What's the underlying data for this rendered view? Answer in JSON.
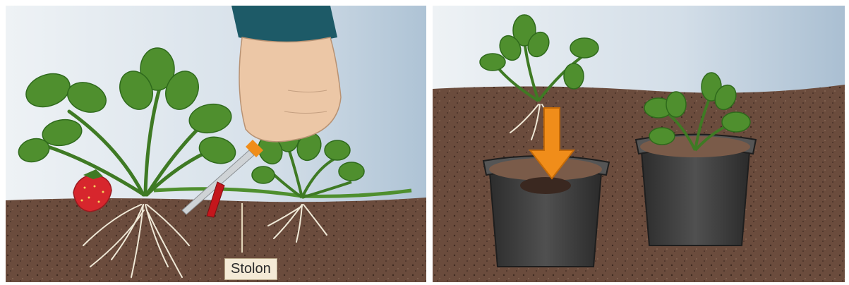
{
  "left_panel": {
    "callout": {
      "label": "Stolon"
    }
  },
  "right_panel": {},
  "colors": {
    "sky_top": "#dfe7ee",
    "sky_bottom": "#b5c8d8",
    "soil": "#6b4c3d",
    "soil_dark": "#3c2a22",
    "leaf": "#4f8f2e",
    "leaf_dark": "#2f6a1c",
    "root": "#efe8d6",
    "strawberry": "#d7262d",
    "skin": "#ecc7a6",
    "sleeve": "#1d5a67",
    "pot": "#3a3a3a",
    "arrow": "#f08d1a"
  },
  "icons": [
    "strawberry-plant",
    "strawberry-fruit",
    "hand",
    "pruning-shears",
    "pot",
    "down-arrow"
  ]
}
